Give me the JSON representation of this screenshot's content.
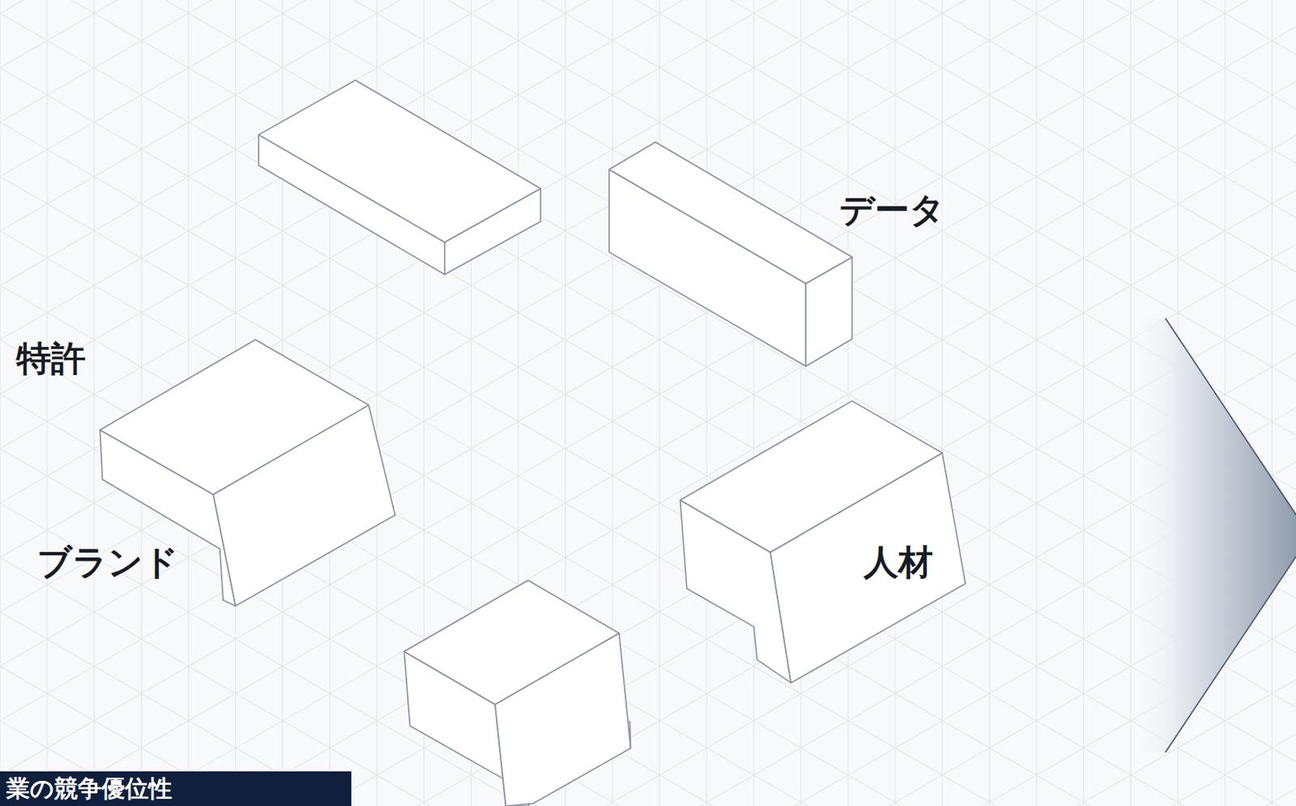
{
  "diagram": {
    "nodes": [
      {
        "text": [
          "業の競争優位性"
        ]
      }
    ],
    "labels": [
      "データ",
      "特許",
      "ブランド",
      "人材"
    ]
  }
}
